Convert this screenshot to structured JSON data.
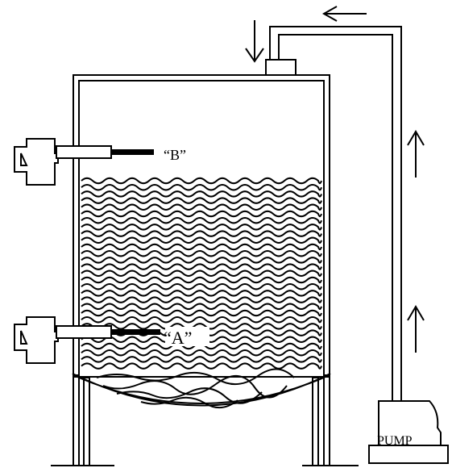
{
  "labels": {
    "probe_b": "“B”",
    "probe_a": "“A”",
    "pump": "PUMP"
  },
  "colors": {
    "stroke": "#000000",
    "background": "#ffffff"
  }
}
